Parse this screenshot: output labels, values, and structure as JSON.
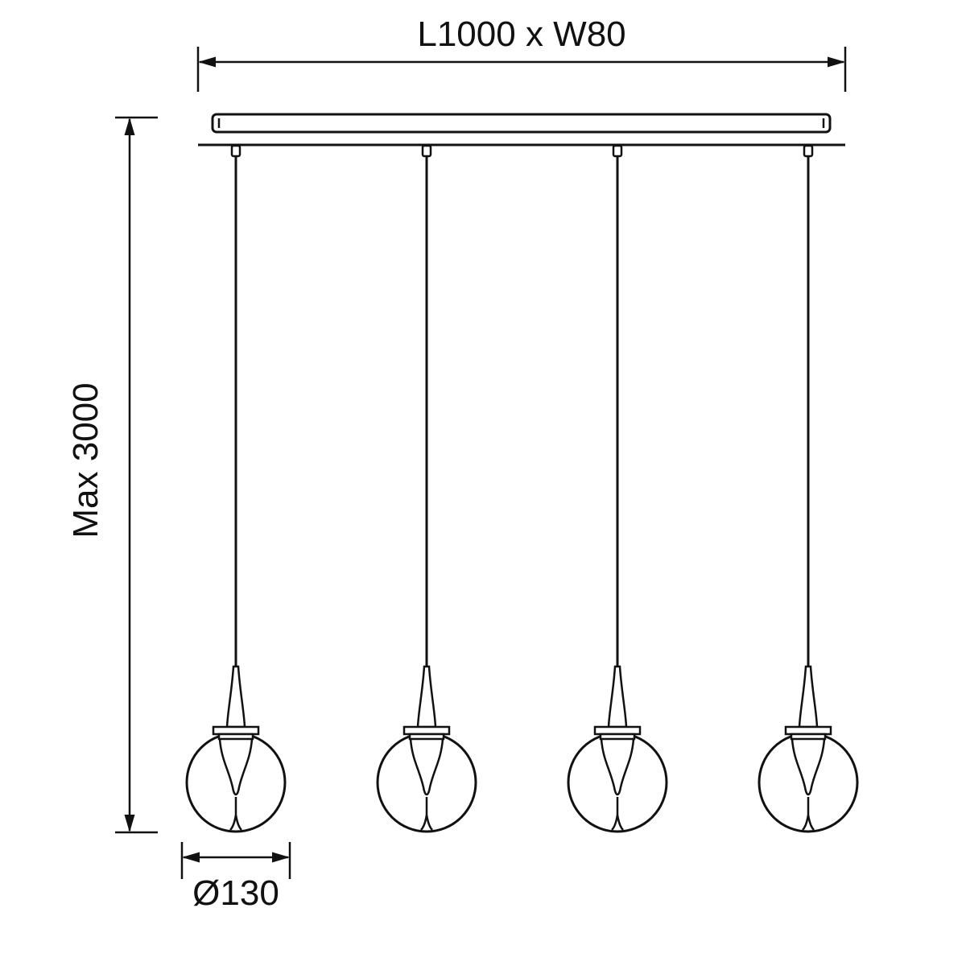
{
  "diagram": {
    "type": "technical-dimension-drawing",
    "subject": "linear-pendant-light-4-globes",
    "labels": {
      "width": "L1000 x W80",
      "height": "Max 3000",
      "diameter": "Ø130"
    },
    "pendant_count": 4,
    "colors": {
      "line": "#111111",
      "background": "#ffffff"
    }
  }
}
